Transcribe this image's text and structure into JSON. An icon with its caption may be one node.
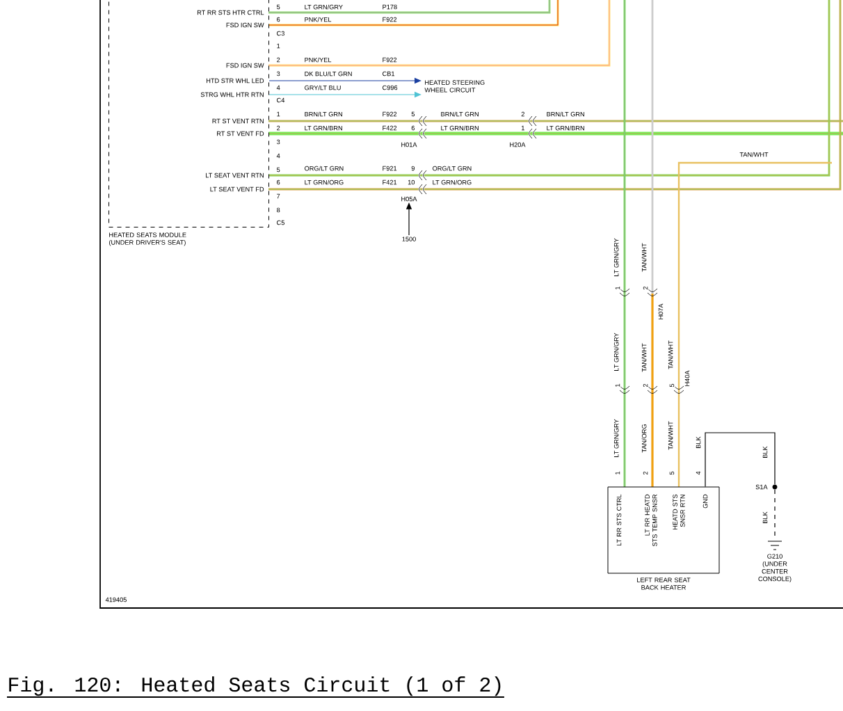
{
  "diagram": {
    "caption": "Fig. 120: Heated Seats Circuit (1 of 2)",
    "nodes": [
      {
        "text": [
          "HEATED SEATS MODULE (UNDER DRIVER'S SEAT)",
          "RT RR STS HTR CTRL",
          "FSD IGN SW",
          "FSD IGN SW",
          "HTD STR WHL LED",
          "STRG WHL HTR RTN",
          "RT ST VENT RTN",
          "RT ST VENT FD",
          "LT SEAT VENT RTN",
          "LT SEAT VENT FD"
        ]
      },
      {
        "text": [
          "HEATED STEERING WHEEL CIRCUIT"
        ]
      },
      {
        "text": [
          "1500"
        ]
      },
      {
        "text": [
          "LEFT REAR SEAT BACK HEATER",
          "LT RR STS CTRL",
          "LT RR HEATD STS TEMP SNSR",
          "HEATD STS SNSR RTN",
          "GND"
        ]
      },
      {
        "text": [],
        "shape": "circle",
        "beside": [
          "S1A"
        ]
      },
      {
        "text": [
          "G210 (UNDER CENTER CONSOLE)"
        ]
      },
      {
        "text": [
          "H05A"
        ]
      }
    ],
    "edges": [
      {
        "from": 0,
        "to": 1,
        "arrow": "to",
        "color": "#1a3fa0"
      },
      {
        "from": 0,
        "to": 1,
        "arrow": "to",
        "color": "#4fc3d4"
      },
      {
        "from": 2,
        "to": 6,
        "arrow": "to"
      },
      {
        "from": 3,
        "to": 4,
        "arrow": "none"
      },
      {
        "from": 4,
        "to": 5,
        "arrow": "none",
        "style": "dashed"
      }
    ],
    "labels": [
      "5",
      "LT GRN/GRY",
      "P178",
      "6",
      "PNK/YEL",
      "F922",
      "C3",
      "1",
      "2",
      "PNK/YEL",
      "F922",
      "3",
      "DK BLU/LT GRN",
      "CB1",
      "4",
      "GRY/LT BLU",
      "C996",
      "C4",
      "1",
      "BRN/LT GRN",
      "F922",
      "5",
      "BRN/LT GRN",
      "2",
      "BRN/LT GRN",
      "2",
      "LT GRN/BRN",
      "F422",
      "6",
      "LT GRN/BRN",
      "1",
      "LT GRN/BRN",
      "H01A",
      "H20A",
      "3",
      "4",
      "TAN/WHT",
      "5",
      "ORG/LT GRN",
      "F921",
      "9",
      "ORG/LT GRN",
      "6",
      "LT GRN/ORG",
      "F421",
      "10",
      "LT GRN/ORG",
      "7",
      "8",
      "C5",
      "LT GRN/GRY",
      "TAN/WHT",
      "1",
      "2",
      "H07A",
      "LT GRN/GRY",
      "TAN/WHT",
      "TAN/WHT",
      "H40A",
      "1",
      "2",
      "5",
      "LT GRN/GRY",
      "TAN/ORG",
      "TAN/WHT",
      "BLK",
      "1",
      "2",
      "5",
      "4",
      "BLK",
      "BLK",
      "419405"
    ]
  }
}
